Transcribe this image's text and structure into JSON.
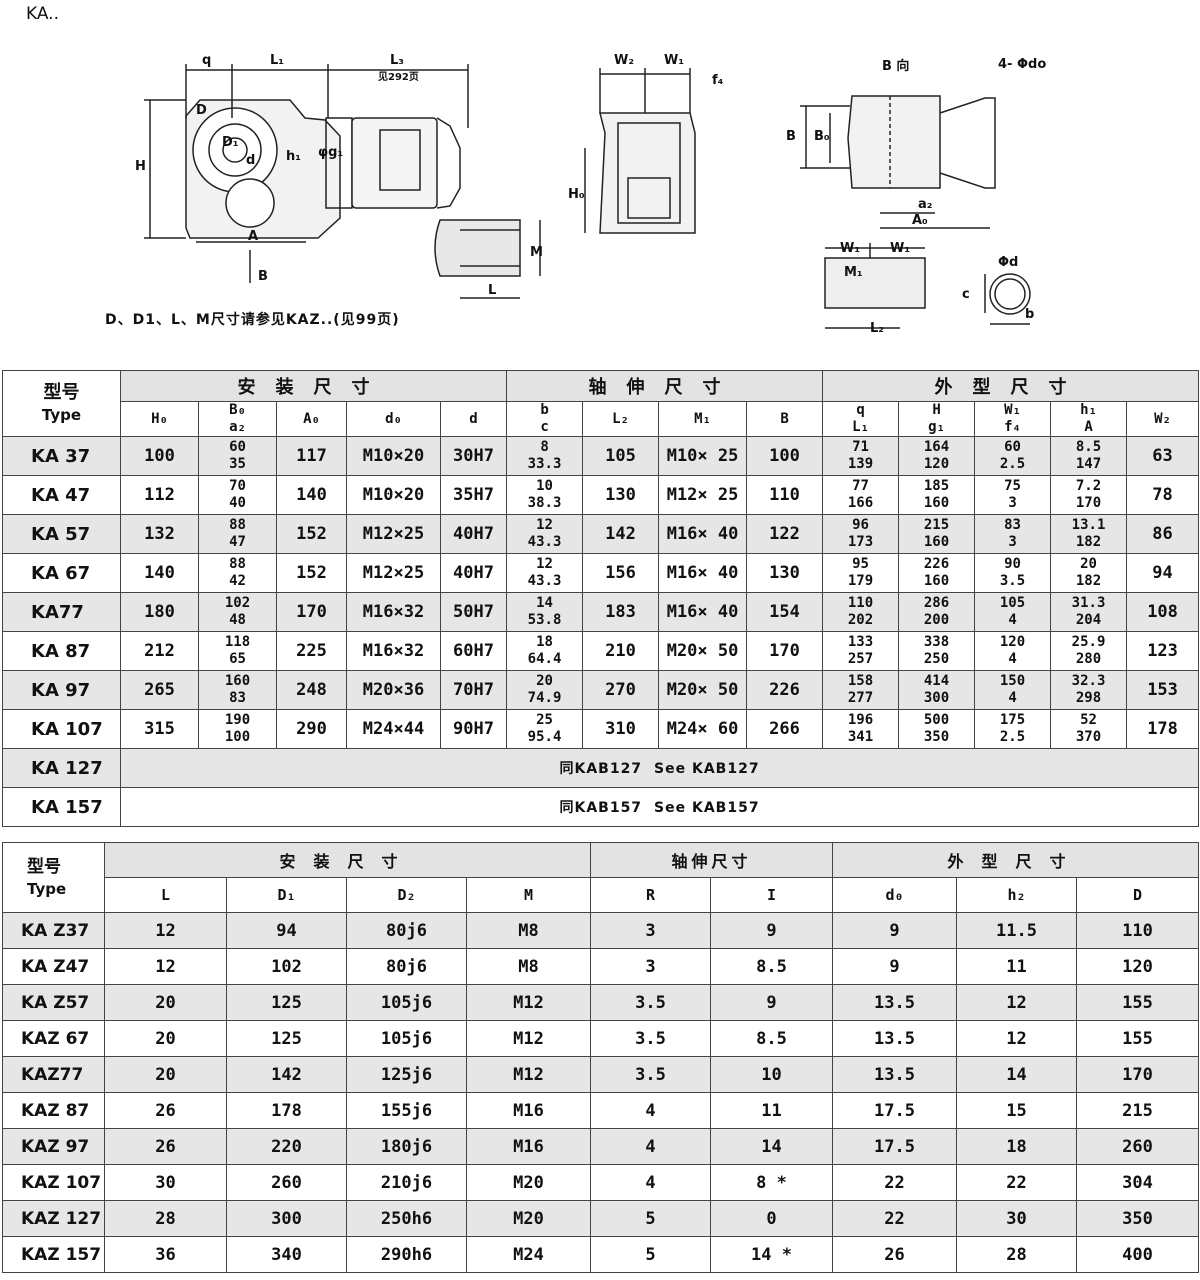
{
  "page_label": "KA..",
  "drawing_labels": {
    "q": "q",
    "L1": "L₁",
    "L3": "L₃",
    "L3_note": "见292页",
    "D": "D",
    "D1": "D₁",
    "d": "d",
    "H": "H",
    "h1": "h₁",
    "g1": "φg₁",
    "A": "A",
    "B_arrow": "B",
    "M": "M",
    "L": "L",
    "W2": "W₂",
    "W1": "W₁",
    "f4": "f₄",
    "H0": "H₀",
    "B_view": "B 向",
    "holes": "4- Φdo",
    "B": "B",
    "B0": "B₀",
    "a2": "a₂",
    "A0": "A₀",
    "W1a": "W₁",
    "W1b": "W₁",
    "M1": "M₁",
    "L2": "L₂",
    "phid": "Φd",
    "c": "c",
    "b": "b"
  },
  "note": "D、D1、L、M尺寸请参见KAZ..(见99页)",
  "table1": {
    "type_cn": "型号",
    "type_en": "Type",
    "groups": [
      "安装尺寸",
      "轴伸尺寸",
      "外型尺寸"
    ],
    "subheaders": [
      [
        "H₀"
      ],
      [
        "B₀",
        "a₂"
      ],
      [
        "A₀"
      ],
      [
        "d₀"
      ],
      [
        "d"
      ],
      [
        "b",
        "c"
      ],
      [
        "L₂"
      ],
      [
        "M₁"
      ],
      [
        "B"
      ],
      [
        "q",
        "L₁"
      ],
      [
        "H",
        "g₁"
      ],
      [
        "W₁",
        "f₄"
      ],
      [
        "h₁",
        "A"
      ],
      [
        "W₂"
      ]
    ],
    "rows": [
      {
        "type": "KA 37",
        "cells": [
          [
            "100"
          ],
          [
            "60",
            "35"
          ],
          [
            "117"
          ],
          [
            "M10×20"
          ],
          [
            "30H7"
          ],
          [
            "8",
            "33.3"
          ],
          [
            "105"
          ],
          [
            "M10× 25"
          ],
          [
            "100"
          ],
          [
            "71",
            "139"
          ],
          [
            "164",
            "120"
          ],
          [
            "60",
            "2.5"
          ],
          [
            "8.5",
            "147"
          ],
          [
            "63"
          ]
        ]
      },
      {
        "type": "KA 47",
        "cells": [
          [
            "112"
          ],
          [
            "70",
            "40"
          ],
          [
            "140"
          ],
          [
            "M10×20"
          ],
          [
            "35H7"
          ],
          [
            "10",
            "38.3"
          ],
          [
            "130"
          ],
          [
            "M12× 25"
          ],
          [
            "110"
          ],
          [
            "77",
            "166"
          ],
          [
            "185",
            "160"
          ],
          [
            "75",
            "3"
          ],
          [
            "7.2",
            "170"
          ],
          [
            "78"
          ]
        ]
      },
      {
        "type": "KA 57",
        "cells": [
          [
            "132"
          ],
          [
            "88",
            "47"
          ],
          [
            "152"
          ],
          [
            "M12×25"
          ],
          [
            "40H7"
          ],
          [
            "12",
            "43.3"
          ],
          [
            "142"
          ],
          [
            "M16× 40"
          ],
          [
            "122"
          ],
          [
            "96",
            "173"
          ],
          [
            "215",
            "160"
          ],
          [
            "83",
            "3"
          ],
          [
            "13.1",
            "182"
          ],
          [
            "86"
          ]
        ]
      },
      {
        "type": "KA 67",
        "cells": [
          [
            "140"
          ],
          [
            "88",
            "42"
          ],
          [
            "152"
          ],
          [
            "M12×25"
          ],
          [
            "40H7"
          ],
          [
            "12",
            "43.3"
          ],
          [
            "156"
          ],
          [
            "M16× 40"
          ],
          [
            "130"
          ],
          [
            "95",
            "179"
          ],
          [
            "226",
            "160"
          ],
          [
            "90",
            "3.5"
          ],
          [
            "20",
            "182"
          ],
          [
            "94"
          ]
        ]
      },
      {
        "type": "KA77",
        "cells": [
          [
            "180"
          ],
          [
            "102",
            "48"
          ],
          [
            "170"
          ],
          [
            "M16×32"
          ],
          [
            "50H7"
          ],
          [
            "14",
            "53.8"
          ],
          [
            "183"
          ],
          [
            "M16× 40"
          ],
          [
            "154"
          ],
          [
            "110",
            "202"
          ],
          [
            "286",
            "200"
          ],
          [
            "105",
            "4"
          ],
          [
            "31.3",
            "204"
          ],
          [
            "108"
          ]
        ]
      },
      {
        "type": "KA 87",
        "cells": [
          [
            "212"
          ],
          [
            "118",
            "65"
          ],
          [
            "225"
          ],
          [
            "M16×32"
          ],
          [
            "60H7"
          ],
          [
            "18",
            "64.4"
          ],
          [
            "210"
          ],
          [
            "M20× 50"
          ],
          [
            "170"
          ],
          [
            "133",
            "257"
          ],
          [
            "338",
            "250"
          ],
          [
            "120",
            "4"
          ],
          [
            "25.9",
            "280"
          ],
          [
            "123"
          ]
        ]
      },
      {
        "type": "KA 97",
        "cells": [
          [
            "265"
          ],
          [
            "160",
            "83"
          ],
          [
            "248"
          ],
          [
            "M20×36"
          ],
          [
            "70H7"
          ],
          [
            "20",
            "74.9"
          ],
          [
            "270"
          ],
          [
            "M20× 50"
          ],
          [
            "226"
          ],
          [
            "158",
            "277"
          ],
          [
            "414",
            "300"
          ],
          [
            "150",
            "4"
          ],
          [
            "32.3",
            "298"
          ],
          [
            "153"
          ]
        ]
      },
      {
        "type": "KA 107",
        "cells": [
          [
            "315"
          ],
          [
            "190",
            "100"
          ],
          [
            "290"
          ],
          [
            "M24×44"
          ],
          [
            "90H7"
          ],
          [
            "25",
            "95.4"
          ],
          [
            "310"
          ],
          [
            "M24× 60"
          ],
          [
            "266"
          ],
          [
            "196",
            "341"
          ],
          [
            "500",
            "350"
          ],
          [
            "175",
            "2.5"
          ],
          [
            "52",
            "370"
          ],
          [
            "178"
          ]
        ]
      }
    ],
    "merged_rows": [
      {
        "type": "KA 127",
        "cn": "同KAB127",
        "en": "See KAB127"
      },
      {
        "type": "KA 157",
        "cn": "同KAB157",
        "en": "See KAB157"
      }
    ]
  },
  "table2": {
    "type_cn": "型号",
    "type_en": "Type",
    "groups": [
      "安装尺寸",
      "轴伸尺寸",
      "外型尺寸"
    ],
    "subheaders": [
      "L",
      "D₁",
      "D₂",
      "M",
      "R",
      "I",
      "d₀",
      "h₂",
      "D"
    ],
    "rows": [
      {
        "type": "KA Z37",
        "cells": [
          "12",
          "94",
          "80j6",
          "M8",
          "3",
          "9",
          "9",
          "11.5",
          "110"
        ]
      },
      {
        "type": "KA Z47",
        "cells": [
          "12",
          "102",
          "80j6",
          "M8",
          "3",
          "8.5",
          "9",
          "11",
          "120"
        ]
      },
      {
        "type": "KA Z57",
        "cells": [
          "20",
          "125",
          "105j6",
          "M12",
          "3.5",
          "9",
          "13.5",
          "12",
          "155"
        ]
      },
      {
        "type": "KAZ 67",
        "cells": [
          "20",
          "125",
          "105j6",
          "M12",
          "3.5",
          "8.5",
          "13.5",
          "12",
          "155"
        ]
      },
      {
        "type": "KAZ77",
        "cells": [
          "20",
          "142",
          "125j6",
          "M12",
          "3.5",
          "10",
          "13.5",
          "14",
          "170"
        ]
      },
      {
        "type": "KAZ 87",
        "cells": [
          "26",
          "178",
          "155j6",
          "M16",
          "4",
          "11",
          "17.5",
          "15",
          "215"
        ]
      },
      {
        "type": "KAZ 97",
        "cells": [
          "26",
          "220",
          "180j6",
          "M16",
          "4",
          "14",
          "17.5",
          "18",
          "260"
        ]
      },
      {
        "type": "KAZ 107",
        "cells": [
          "30",
          "260",
          "210j6",
          "M20",
          "4",
          "8 *",
          "22",
          "22",
          "304"
        ]
      },
      {
        "type": "KAZ 127",
        "cells": [
          "28",
          "300",
          "250h6",
          "M20",
          "5",
          "0",
          "22",
          "30",
          "350"
        ]
      },
      {
        "type": "KAZ 157",
        "cells": [
          "36",
          "340",
          "290h6",
          "M24",
          "5",
          "14 *",
          "26",
          "28",
          "400"
        ]
      }
    ]
  }
}
